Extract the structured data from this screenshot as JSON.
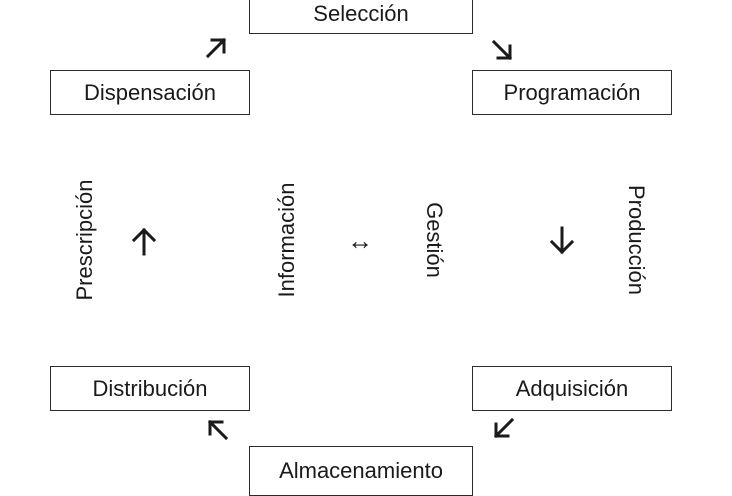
{
  "nodes": {
    "seleccion": "Selección",
    "programacion": "Programación",
    "adquisicion": "Adquisición",
    "almacenamiento": "Almacenamiento",
    "distribucion": "Distribución",
    "dispensacion": "Dispensación"
  },
  "phases": {
    "prescripcion": "Prescripción",
    "informacion": "Información",
    "gestion": "Gestión",
    "produccion": "Producción"
  },
  "center_symbol": "↔"
}
